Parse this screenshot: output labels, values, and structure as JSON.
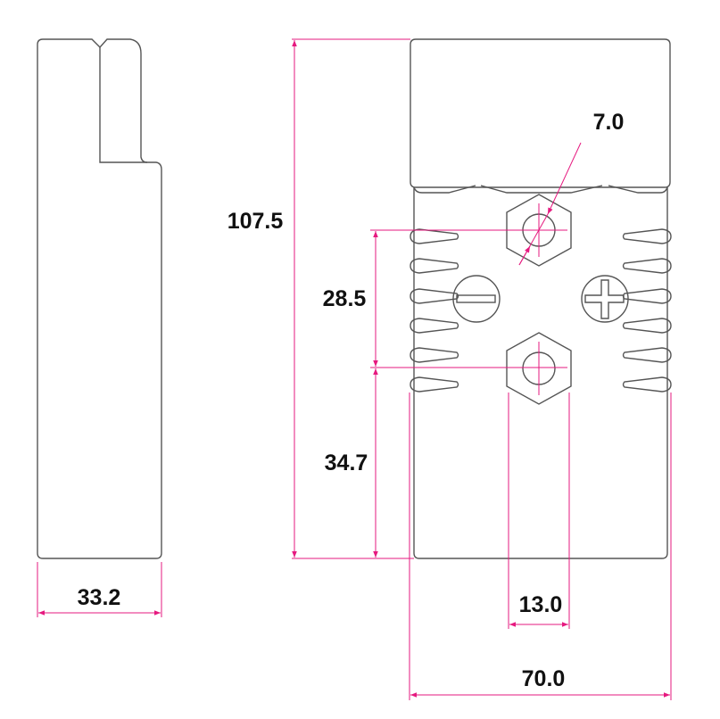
{
  "dimensions": {
    "width_side": "33.2",
    "height_total": "107.5",
    "pitch_terminals": "28.5",
    "bottom_to_terminal": "34.7",
    "hex_width": "13.0",
    "width_front": "70.0",
    "hole_diameter": "7.0"
  },
  "colors": {
    "outline": "#555555",
    "dimension": "#e6197f"
  }
}
